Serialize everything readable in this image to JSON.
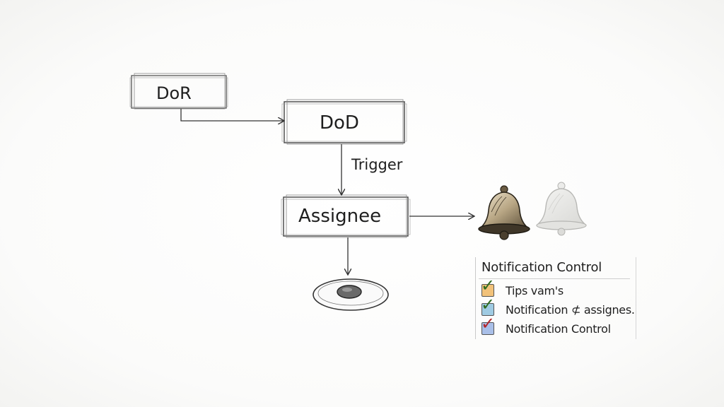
{
  "diagram": {
    "nodes": {
      "dor": {
        "label": "DoR"
      },
      "dod": {
        "label": "DoD"
      },
      "assignee": {
        "label": "Assignee"
      }
    },
    "edges": {
      "dod_to_assignee": {
        "label": "Trigger"
      }
    },
    "icons": {
      "bell_active": "bell-icon",
      "bell_muted": "bell-muted-icon",
      "target": "target-disc-icon"
    }
  },
  "notification_panel": {
    "title": "Notification Control",
    "items": [
      {
        "label": "Tips  vam's",
        "check_color": "#2e6b1e",
        "box_color": "#e8a23a"
      },
      {
        "label": "Notification ⊄ assignes.",
        "check_color": "#2e6b1e",
        "box_color": "#5aa0c8"
      },
      {
        "label": "Notification Control",
        "check_color": "#b3262a",
        "box_color": "#6a8fd0"
      }
    ]
  }
}
